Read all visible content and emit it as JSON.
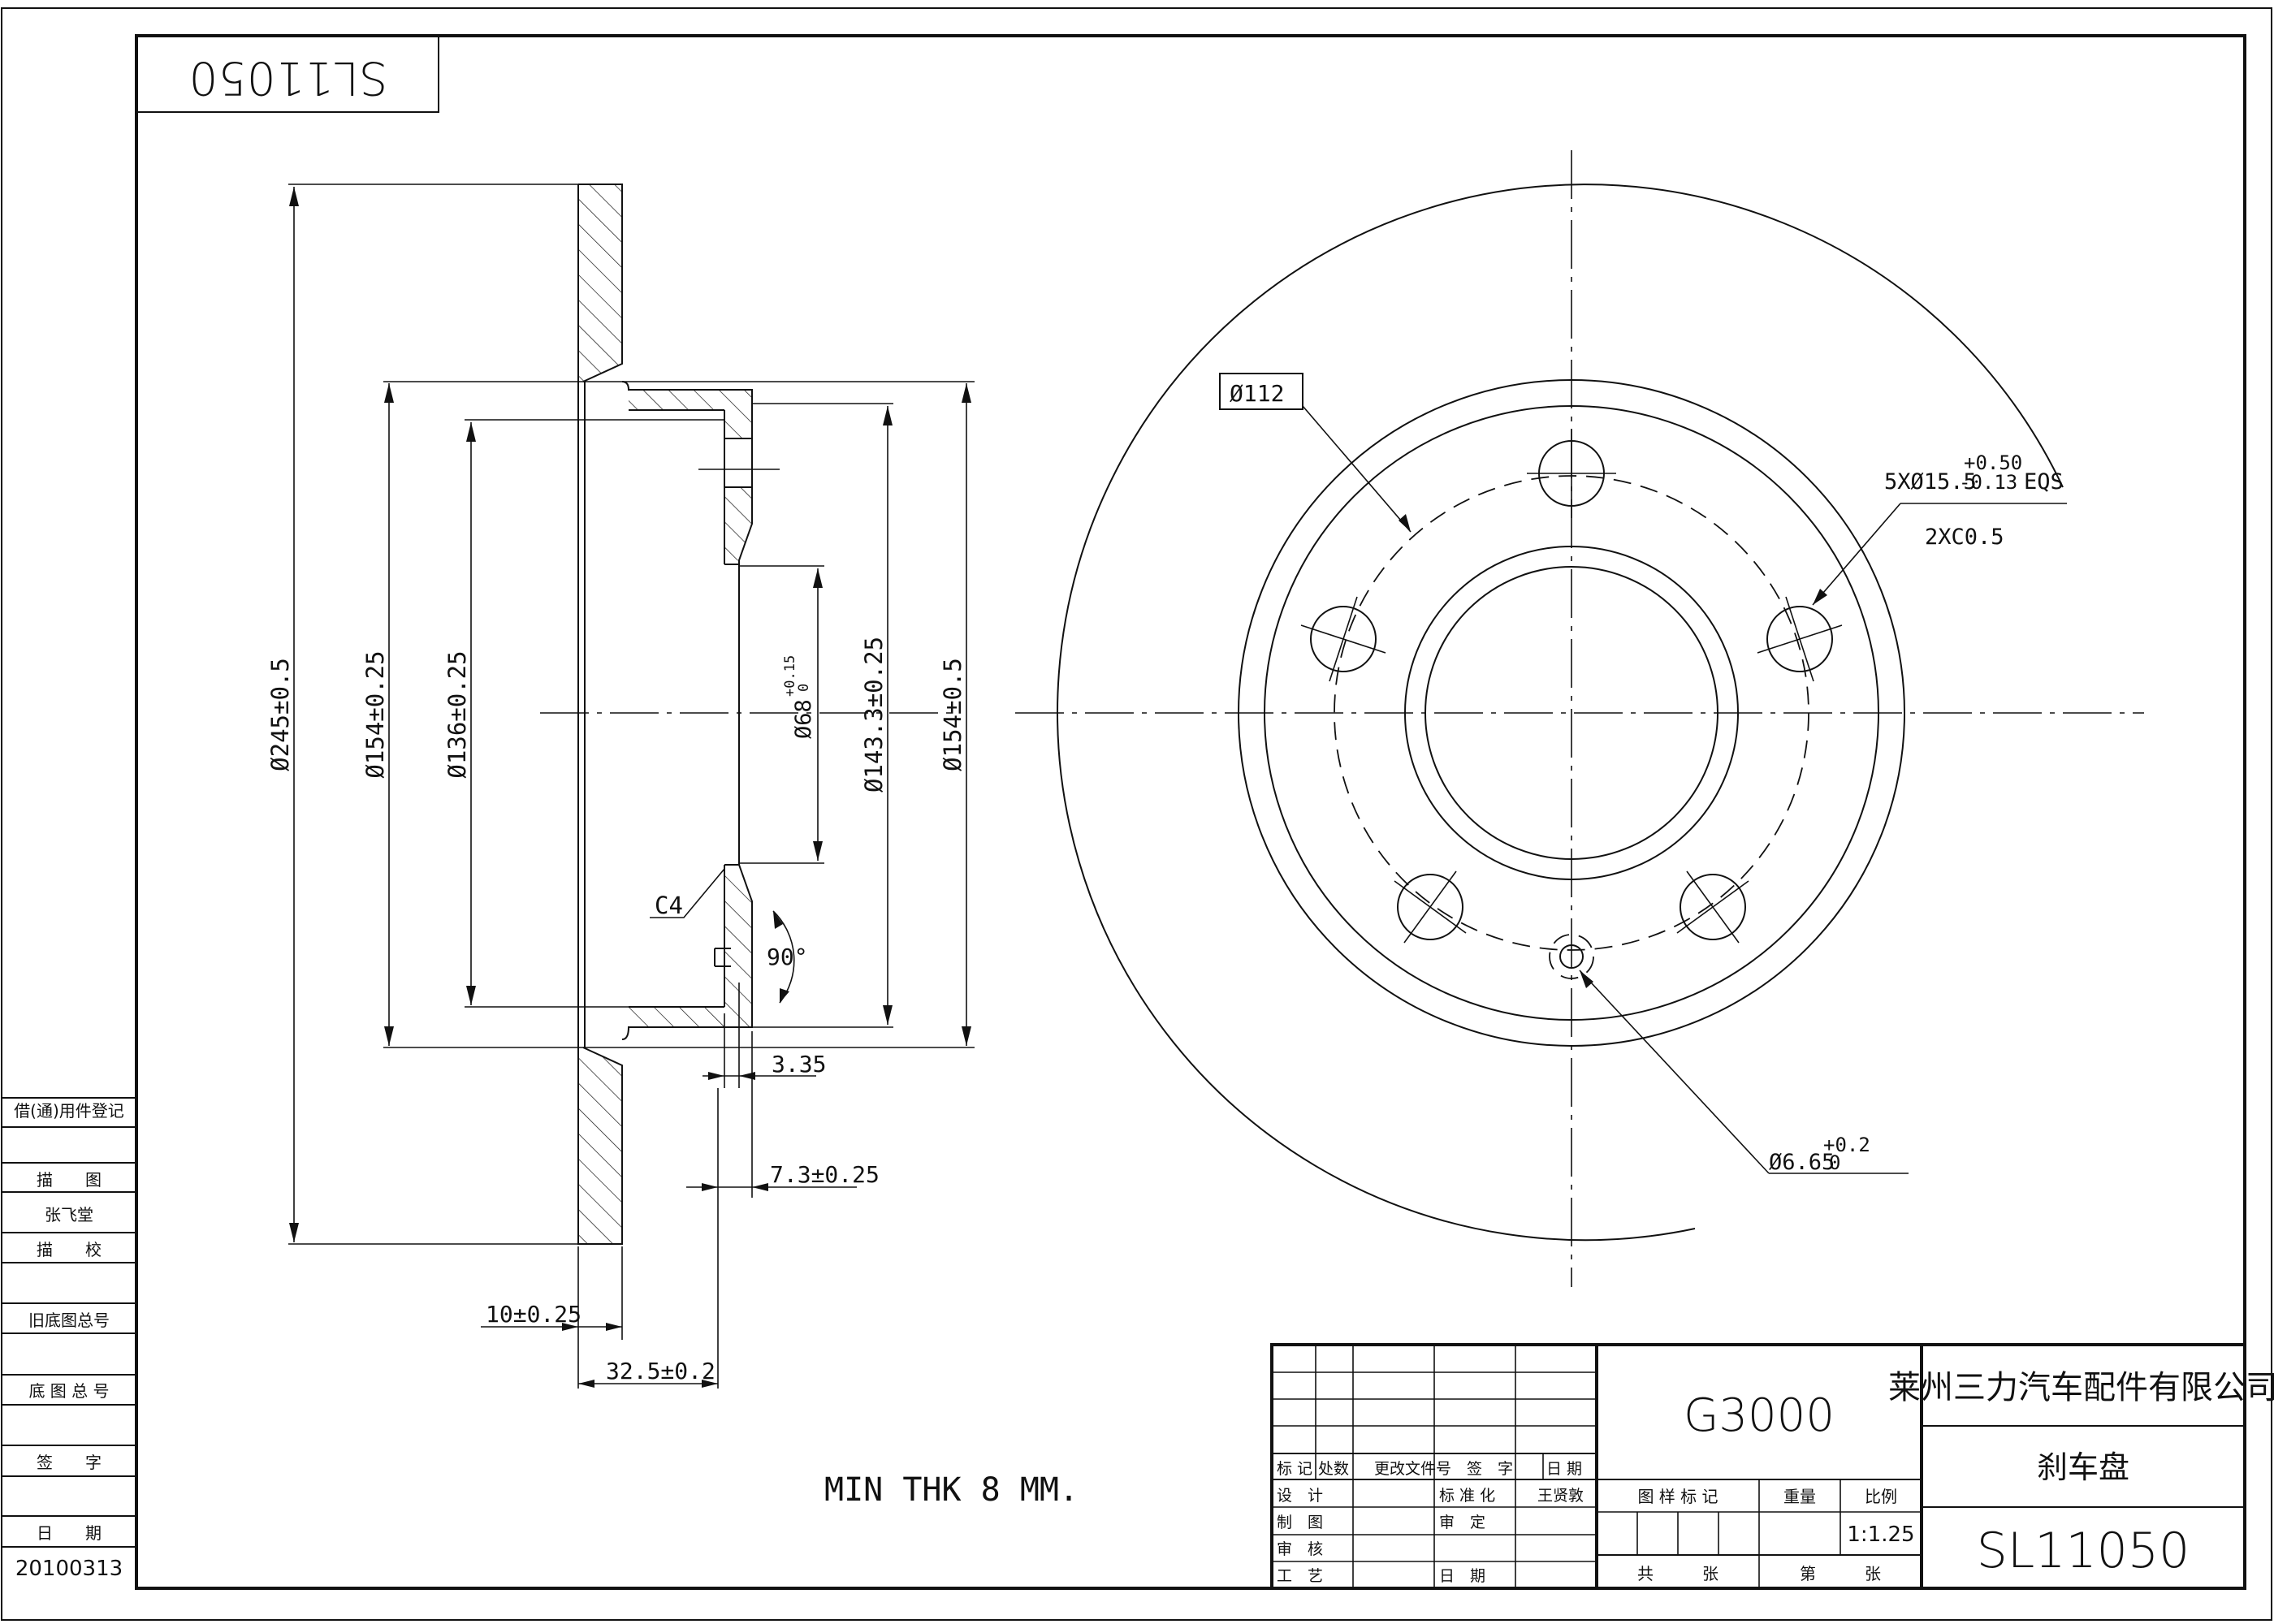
{
  "header_mirrored_code": "SL11050",
  "dimensions": {
    "d245": "Ø245±0.5",
    "d154_left": "Ø154±0.25",
    "d136": "Ø136±0.25",
    "d68": "Ø68",
    "d68_tol_upper": "+0.15",
    "d68_tol_lower": "0",
    "d143": "Ø143.3±0.25",
    "d154_right": "Ø154±0.5",
    "c4": "C4",
    "angle": "90°",
    "w335": "3.35",
    "w73": "7.3±0.25",
    "w10": "10±0.25",
    "w325": "32.5±0.2",
    "pcd": "Ø112",
    "holes_main": "5XØ15.5",
    "holes_tol_upper": "+0.50",
    "holes_tol_lower": "-0.13",
    "holes_suffix": "EQS",
    "chamfer": "2XC0.5",
    "pin": "Ø6.65",
    "pin_tol_upper": "+0.2",
    "pin_tol_lower": "0"
  },
  "note": "MIN THK 8 MM.",
  "left_panel": {
    "r1": "借(通)用件登记",
    "r2": "描　　图",
    "r3": "张飞堂",
    "r4": "描　　校",
    "r5": "旧底图总号",
    "r6": "底 图 总 号",
    "r7": "签　　字",
    "r8": "日　　期",
    "r9": "20100313"
  },
  "title_block": {
    "h_mark": "标 记",
    "h_count": "处数",
    "h_doc": "更改文件号",
    "h_sign": "签　字",
    "h_date": "日 期",
    "design": "设　计",
    "std": "标 准 化",
    "std_person": "王贤敦",
    "draw": "制　图",
    "review": "审　定",
    "check": "审　核",
    "craft": "工　艺",
    "date": "日　期",
    "model": "G3000",
    "pattern": "图 样 标 记",
    "weight": "重量",
    "ratio_label": "比例",
    "ratio": "1:1.25",
    "total": "共　　　张",
    "sheet": "第　　　张",
    "company": "莱州三力汽车配件有限公司",
    "part_name": "刹车盘",
    "part_no": "SL11050"
  }
}
